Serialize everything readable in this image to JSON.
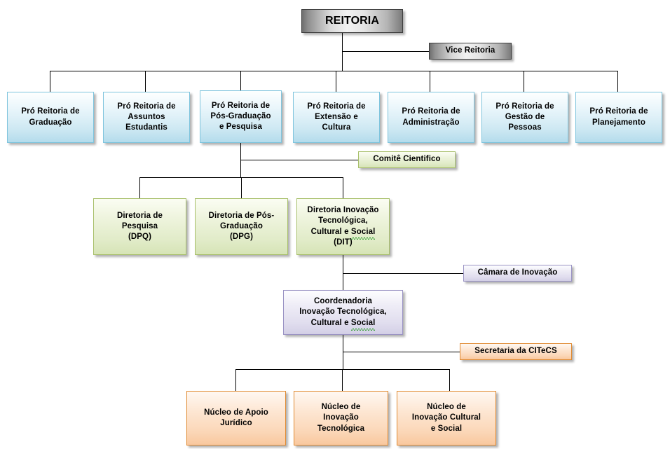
{
  "chart_data": {
    "type": "diagram",
    "diagram_kind": "organizational-chart",
    "title": "Organograma da Reitoria",
    "language": "pt-BR",
    "legend_position": "none",
    "grid": false,
    "palette": {
      "root_gray": "#d9d9d9",
      "root_border": "#3d3d3d",
      "blue_fill": "#cfe9f3",
      "blue_border": "#7fc4dd",
      "green_fill": "#e1ebc8",
      "green_border": "#a8c06b",
      "purple_fill": "#e0ddee",
      "purple_border": "#9a93c4",
      "orange_fill": "#fbd7b8",
      "orange_border": "#e08b33",
      "connector": "#000000",
      "spellcheck_underline": "#2f9e2f",
      "background": "#ffffff"
    },
    "levels": [
      {
        "level": 0,
        "color": "gray",
        "nodes": [
          "REITORIA"
        ]
      },
      {
        "level": 0,
        "color": "gray",
        "staff": true,
        "nodes": [
          "Vice Reitoria"
        ]
      },
      {
        "level": 1,
        "color": "blue",
        "nodes": [
          "Pró Reitoria de Graduação",
          "Pró Reitoria de Assuntos Estudantis",
          "Pró Reitoria de Pós-Graduação e Pesquisa",
          "Pró Reitoria de Extensão e Cultura",
          "Pró Reitoria de Administração",
          "Pró Reitoria de Gestão de Pessoas",
          "Pró Reitoria de Planejamento"
        ]
      },
      {
        "level": 2,
        "color": "green",
        "staff": true,
        "nodes": [
          "Comitê Cientifico"
        ]
      },
      {
        "level": 2,
        "color": "green",
        "nodes": [
          "Diretoria de Pesquisa (DPQ)",
          "Diretoria de Pós-Graduação (DPG)",
          "Diretoria Inovação Tecnológica, Cultural e Social (DIT)"
        ]
      },
      {
        "level": 3,
        "color": "purple",
        "staff": true,
        "nodes": [
          "Câmara de Inovação"
        ]
      },
      {
        "level": 3,
        "color": "purple",
        "nodes": [
          "Coordenadoria Inovação Tecnológica, Cultural e Social"
        ]
      },
      {
        "level": 4,
        "color": "orange",
        "staff": true,
        "nodes": [
          "Secretaria da CITeCS"
        ]
      },
      {
        "level": 4,
        "color": "orange",
        "nodes": [
          "Núcleo de Apoio Jurídico",
          "Núcleo de Inovação Tecnológica",
          "Núcleo de Inovação Cultural e Social"
        ]
      }
    ],
    "edges": [
      {
        "from": "REITORIA",
        "to": "Vice Reitoria",
        "kind": "staff"
      },
      {
        "from": "REITORIA",
        "to": "Pró Reitoria de Graduação"
      },
      {
        "from": "REITORIA",
        "to": "Pró Reitoria de Assuntos Estudantis"
      },
      {
        "from": "REITORIA",
        "to": "Pró Reitoria de Pós-Graduação e Pesquisa"
      },
      {
        "from": "REITORIA",
        "to": "Pró Reitoria de Extensão e Cultura"
      },
      {
        "from": "REITORIA",
        "to": "Pró Reitoria de Administração"
      },
      {
        "from": "REITORIA",
        "to": "Pró Reitoria de Gestão de Pessoas"
      },
      {
        "from": "REITORIA",
        "to": "Pró Reitoria de Planejamento"
      },
      {
        "from": "Pró Reitoria de Pós-Graduação e Pesquisa",
        "to": "Comitê Cientifico",
        "kind": "staff"
      },
      {
        "from": "Pró Reitoria de Pós-Graduação e Pesquisa",
        "to": "Diretoria de Pesquisa (DPQ)"
      },
      {
        "from": "Pró Reitoria de Pós-Graduação e Pesquisa",
        "to": "Diretoria de Pós-Graduação (DPG)"
      },
      {
        "from": "Pró Reitoria de Pós-Graduação e Pesquisa",
        "to": "Diretoria Inovação Tecnológica, Cultural e Social (DIT)"
      },
      {
        "from": "Diretoria Inovação Tecnológica, Cultural e Social (DIT)",
        "to": "Câmara de Inovação",
        "kind": "staff"
      },
      {
        "from": "Diretoria Inovação Tecnológica, Cultural e Social (DIT)",
        "to": "Coordenadoria Inovação Tecnológica, Cultural e Social"
      },
      {
        "from": "Coordenadoria Inovação Tecnológica, Cultural e Social",
        "to": "Secretaria da CITeCS",
        "kind": "staff"
      },
      {
        "from": "Coordenadoria Inovação Tecnológica, Cultural e Social",
        "to": "Núcleo de Apoio Jurídico"
      },
      {
        "from": "Coordenadoria Inovação Tecnológica, Cultural e Social",
        "to": "Núcleo de Inovação Tecnológica"
      },
      {
        "from": "Coordenadoria Inovação Tecnológica, Cultural e Social",
        "to": "Núcleo de Inovação Cultural e Social"
      }
    ]
  },
  "nodes": {
    "reitoria": "REITORIA",
    "vice_reitoria": "Vice Reitoria",
    "pro_graduacao_l1": "Pró Reitoria de",
    "pro_graduacao_l2": "Graduação",
    "pro_assuntos_l1": "Pró Reitoria de",
    "pro_assuntos_l2": "Assuntos",
    "pro_assuntos_l3": "Estudantis",
    "pro_pos_l1": "Pró Reitoria de",
    "pro_pos_l2": "Pós-Graduação",
    "pro_pos_l3": "e Pesquisa",
    "pro_extensao_l1": "Pró Reitoria de",
    "pro_extensao_l2": "Extensão e",
    "pro_extensao_l3": "Cultura",
    "pro_admin_l1": "Pró Reitoria de",
    "pro_admin_l2": "Administração",
    "pro_gestao_l1": "Pró Reitoria de",
    "pro_gestao_l2": "Gestão de",
    "pro_gestao_l3": "Pessoas",
    "pro_planejamento_l1": "Pró Reitoria de",
    "pro_planejamento_l2": "Planejamento",
    "comite_cientifico": "Comitê Cientifico",
    "dpq_l1": "Diretoria de",
    "dpq_l2": "Pesquisa",
    "dpq_l3": "(DPQ)",
    "dpg_l1": "Diretoria de Pós-",
    "dpg_l2": "Graduação",
    "dpg_l3": "(DPG)",
    "dit_l1": "Diretoria Inovação",
    "dit_l2": "Tecnológica,",
    "dit_l3a": "Cultural e ",
    "dit_l3b": "Social",
    "dit_l4": "(DIT)",
    "camara_inovacao": "Câmara de Inovação",
    "coord_l1": "Coordenadoria",
    "coord_l2": "Inovação Tecnológica,",
    "coord_l3a": "Cultural e ",
    "coord_l3b": "Social",
    "secretaria_citecs": "Secretaria da CITeCS",
    "nucleo_juridico_l1": "Núcleo de Apoio",
    "nucleo_juridico_l2": "Jurídico",
    "nucleo_tecnologica_l1": "Núcleo de",
    "nucleo_tecnologica_l2": "Inovação",
    "nucleo_tecnologica_l3": "Tecnológica",
    "nucleo_cultural_l1": "Núcleo de",
    "nucleo_cultural_l2": "Inovação Cultural",
    "nucleo_cultural_l3": "e Social"
  }
}
